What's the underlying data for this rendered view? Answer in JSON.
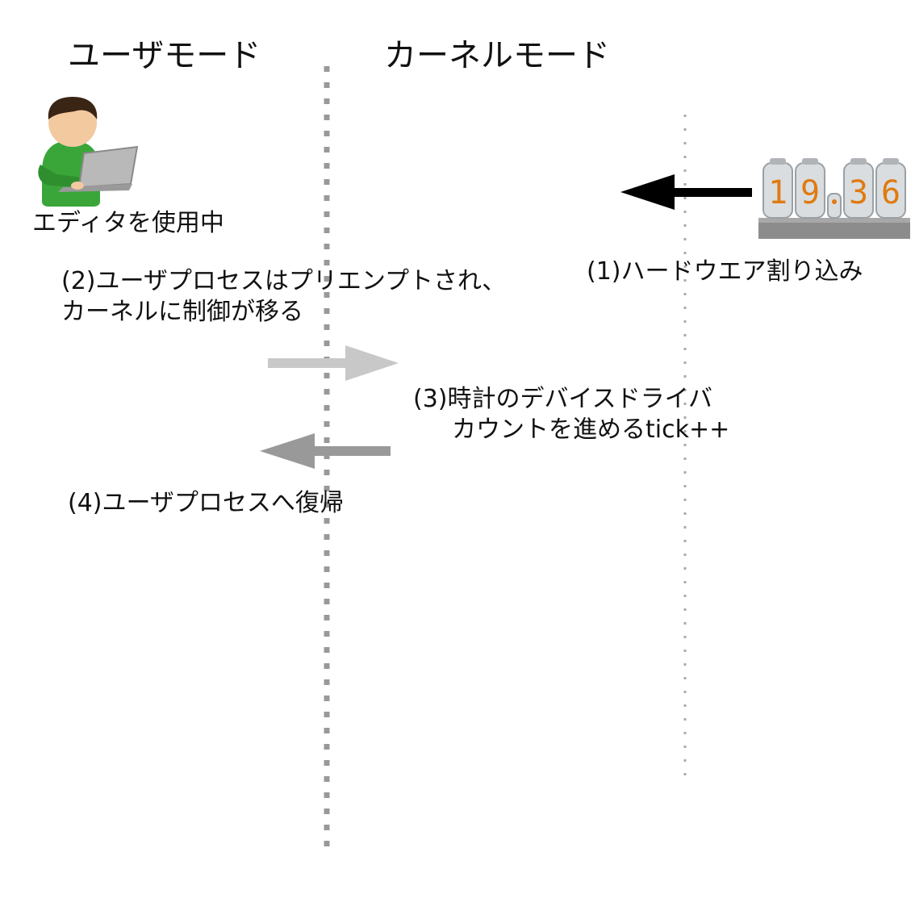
{
  "headings": {
    "user_mode": "ユーザモード",
    "kernel_mode": "カーネルモード"
  },
  "labels": {
    "editor": "エディタを使用中",
    "step1": "(1)ハードウエア割り込み",
    "step2_line1": "(2)ユーザプロセスはプリエンプトされ、",
    "step2_line2": "カーネルに制御が移る",
    "step3_line1": "(3)時計のデバイスドライバ",
    "step3_line2": "カウントを進めるtick++",
    "step4": "(4)ユーザプロセスへ復帰"
  },
  "clock_digits": [
    "1",
    "9",
    "3",
    "6"
  ],
  "colors": {
    "interrupt_arrow": "#000000",
    "preempt_arrow": "#c8c8c8",
    "return_arrow": "#999999",
    "divider": "#999999",
    "person_shirt": "#3aa63a",
    "tube_glow": "#e07a10"
  },
  "icons": {
    "person": "person-with-laptop-icon",
    "clock": "nixie-tube-clock-icon"
  }
}
